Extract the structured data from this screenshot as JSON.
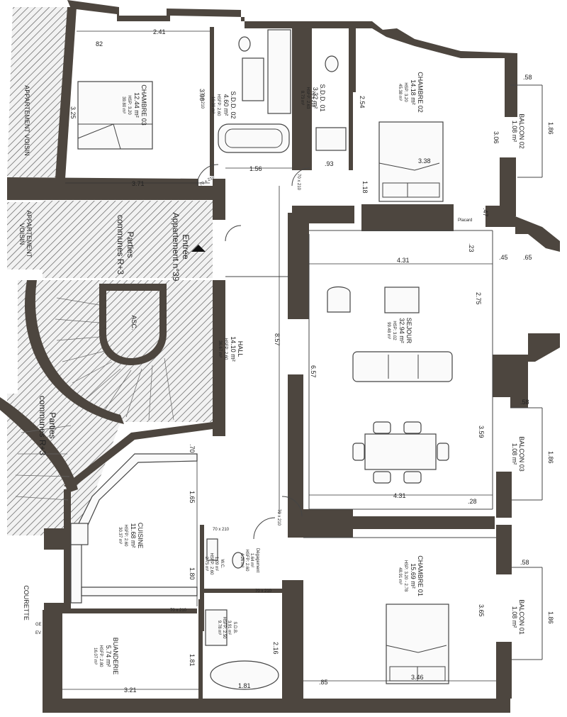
{
  "rooms": {
    "chambre03": {
      "name": "CHAMBRE 03",
      "area": "12.44 m²",
      "hsp": "HSP: 3.20",
      "volume": "39.80 m³"
    },
    "sdd02": {
      "name": "S.D.D. 02",
      "area": "4.60 m²",
      "hsp": "HSFP: 2.60",
      "volume": "10.00 m³"
    },
    "sdd01": {
      "name": "S.D.D. 01",
      "area": "3.32 m²",
      "hsp": "HSFP: 2.63",
      "volume": "8.73 m³"
    },
    "chambre02": {
      "name": "CHAMBRE 02",
      "area": "14.18 m²",
      "hsp": "HSP: 3.20",
      "volume": "45.38 m³"
    },
    "balcon02": {
      "name": "BALCON 02",
      "area": "1.08 m²"
    },
    "entree": {
      "line1": "Entrée",
      "line2": "Appartement n°39"
    },
    "parties1": {
      "line1": "Parties",
      "line2": "communes R+3"
    },
    "parties2": {
      "line1": "Parties",
      "line2": "communes R+3"
    },
    "voisin1": "APPARTEMENT VOISIN",
    "voisin2": {
      "line1": "APPARTEMENT",
      "line2": "VOISIN"
    },
    "asc": "ASC.",
    "hall": {
      "name": "HALL",
      "area": "14.10 m²",
      "hsp": "HSFP: 2.60",
      "volume": "36.67 m³"
    },
    "sejour": {
      "name": "SEJOUR",
      "area": "32.94 m²",
      "hsp": "HSP: 3.02",
      "volume": "99.48 m³"
    },
    "balcon03": {
      "name": "BALCON 03",
      "area": "1.08 m²"
    },
    "cuisine": {
      "name": "CUISINE",
      "area": "11.68 m²",
      "hsp": "HSFP: 2.60",
      "volume": "30.37 m³"
    },
    "wc": {
      "name": "W.C.",
      "area": "1.09 m²",
      "hsp": "HSFP: 2.60",
      "volume": "2.75 m³"
    },
    "degagement": {
      "name": "Dégagement",
      "area": "1.64 m²",
      "hsp": "HSFP: 2.60",
      "volume": "4.26 m³"
    },
    "sdb": {
      "name": "S.D.B.",
      "area": "3.91 m²",
      "hsp": "HSFP: 2.50",
      "volume": "9.78 m³"
    },
    "chambre01": {
      "name": "CHAMBRE 01",
      "area": "15.69 m²",
      "hsp": "HSP: 3.20 - 2.78",
      "volume": "48.91 m³"
    },
    "balcon01": {
      "name": "BALCON 01",
      "area": "1.08 m²"
    },
    "buanderie": {
      "name": "BUANDERIE",
      "area": "5.74 m²",
      "hsp": "HSFP: 2.80",
      "volume": "16.07 m³"
    },
    "courette": "COURETTE",
    "placard": "Placard"
  },
  "dimensions": {
    "d241": "2.41",
    "d82": "82",
    "d300": "3.00",
    "d325": "3.25",
    "d371": "3.71",
    "d156": "1.56",
    "d93": ".93",
    "d254": "2.54",
    "d338": "3.38",
    "d306": "3.06",
    "d118": "1.18",
    "d58a": ".58",
    "d186a": "1.86",
    "d47": ".47",
    "d23": ".23",
    "d431a": "4.31",
    "d45": ".45",
    "d65": ".65",
    "d275": "2.75",
    "d857": "8.57",
    "d657": "6.57",
    "d359": "3.59",
    "d58b": ".58",
    "d186b": "1.86",
    "d431b": "4.31",
    "d28": ".28",
    "d70": ".70",
    "d165": "1.65",
    "d180": "1.80",
    "d216": "2.16",
    "d181a": "1.81",
    "d321": "3.21",
    "d181b": "1.81",
    "d85": ".85",
    "d346": "3.46",
    "d365": "3.65",
    "d58c": ".58",
    "d186c": "1.86"
  },
  "doors": {
    "dr1": "70 x 210",
    "dr2": "70 x 210",
    "dr3": "70 x 210",
    "dr4": "70 x 210",
    "dr5": "70 x 210",
    "dr6": "70 x 210",
    "dr7": "70 x 210",
    "dr8": "70 x 210"
  },
  "misc": {
    "ge": "GE",
    "ev": "EV"
  }
}
